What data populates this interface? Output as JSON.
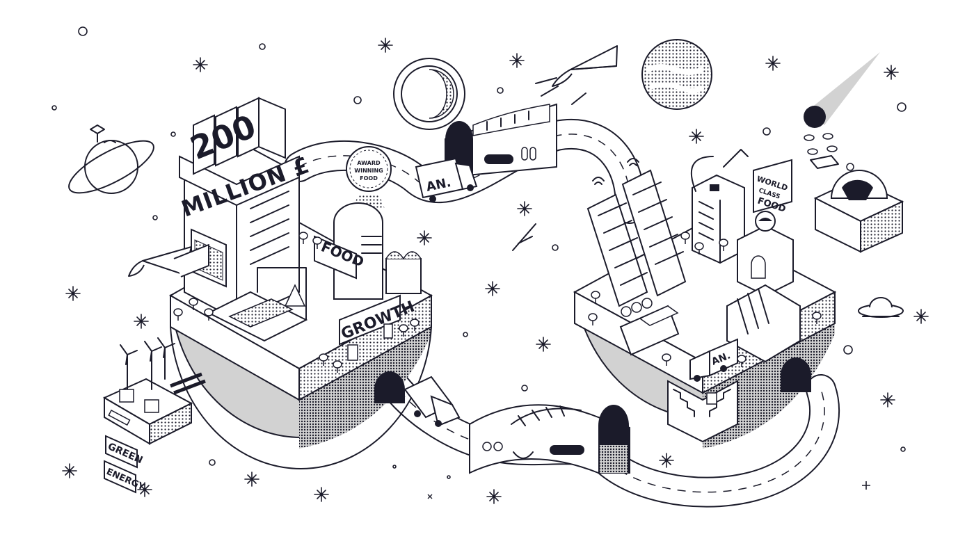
{
  "signs": {
    "building_number": "200",
    "million": "MILLION £",
    "award_line1": "AWARD",
    "award_line2": "WINNING",
    "award_line3": "FOOD",
    "food_sign": "FOOD",
    "growth": "GROWTH",
    "truck_top": "AN.",
    "truck_right": "AN.",
    "world_line1": "WORLD",
    "world_line2": "CLASS",
    "world_line3": "FOOD",
    "green": "GREEN",
    "energy": "ENERGY"
  },
  "palette": {
    "ink": "#1b1b2a",
    "shade": "#d2d2d2",
    "paper": "#ffffff"
  }
}
